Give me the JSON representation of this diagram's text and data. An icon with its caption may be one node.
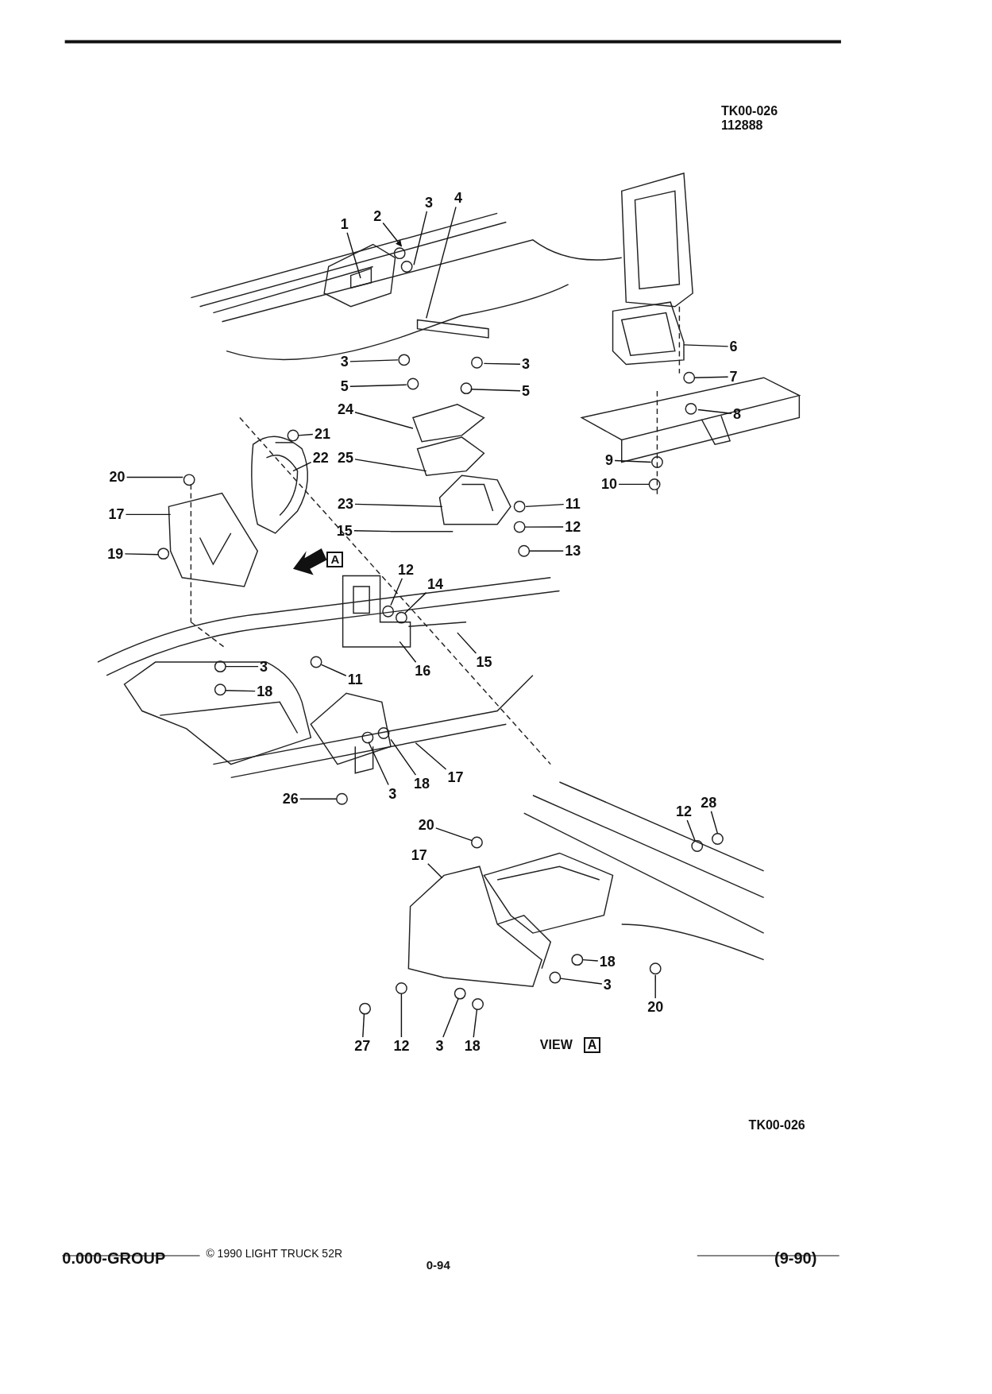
{
  "diagram": {
    "nodes": [
      {
        "text": [
          "1"
        ]
      },
      {
        "text": [
          "2"
        ]
      },
      {
        "text": [
          "3"
        ]
      },
      {
        "text": [
          "4"
        ]
      },
      {
        "text": [
          "6"
        ]
      },
      {
        "text": [
          "3"
        ]
      },
      {
        "text": [
          "3"
        ]
      },
      {
        "text": [
          "7"
        ]
      },
      {
        "text": [
          "5"
        ]
      },
      {
        "text": [
          "5"
        ]
      },
      {
        "text": [
          "8"
        ]
      },
      {
        "text": [
          "24"
        ]
      },
      {
        "text": [
          "21"
        ]
      },
      {
        "text": [
          "22"
        ]
      },
      {
        "text": [
          "25"
        ]
      },
      {
        "text": [
          "9"
        ]
      },
      {
        "text": [
          "20"
        ]
      },
      {
        "text": [
          "10"
        ]
      },
      {
        "text": [
          "17"
        ]
      },
      {
        "text": [
          "23"
        ]
      },
      {
        "text": [
          "11"
        ]
      },
      {
        "text": [
          "15"
        ]
      },
      {
        "text": [
          "12"
        ]
      },
      {
        "text": [
          "19"
        ]
      },
      {
        "text": [
          "13"
        ]
      },
      {
        "text": [
          "12"
        ]
      },
      {
        "text": [
          "14"
        ]
      },
      {
        "text": [
          "15"
        ]
      },
      {
        "text": [
          "3"
        ]
      },
      {
        "text": [
          "16"
        ]
      },
      {
        "text": [
          "11"
        ]
      },
      {
        "text": [
          "18"
        ]
      },
      {
        "text": [
          "17"
        ]
      },
      {
        "text": [
          "18"
        ]
      },
      {
        "text": [
          "3"
        ]
      },
      {
        "text": [
          "26"
        ]
      },
      {
        "text": [
          "28"
        ]
      },
      {
        "text": [
          "12"
        ]
      },
      {
        "text": [
          "20"
        ]
      },
      {
        "text": [
          "17"
        ]
      },
      {
        "text": [
          "18"
        ]
      },
      {
        "text": [
          "3"
        ]
      },
      {
        "text": [
          "20"
        ]
      },
      {
        "text": [
          "27"
        ]
      },
      {
        "text": [
          "12"
        ]
      },
      {
        "text": [
          "3"
        ]
      },
      {
        "text": [
          "18"
        ]
      }
    ],
    "edges": [
      {
        "from": 0,
        "to": null,
        "arrow": "none"
      },
      {
        "from": 1,
        "to": null,
        "arrow": "to"
      },
      {
        "from": 2,
        "to": null,
        "arrow": "none"
      },
      {
        "from": 3,
        "to": null,
        "arrow": "none"
      },
      {
        "from": 4,
        "to": null,
        "arrow": "none"
      },
      {
        "from": 5,
        "to": null,
        "arrow": "none"
      },
      {
        "from": 6,
        "to": null,
        "arrow": "none"
      },
      {
        "from": 7,
        "to": null,
        "arrow": "none"
      },
      {
        "from": 8,
        "to": null,
        "arrow": "none"
      },
      {
        "from": 9,
        "to": null,
        "arrow": "none"
      },
      {
        "from": 10,
        "to": null,
        "arrow": "none"
      },
      {
        "from": 11,
        "to": null,
        "arrow": "none"
      },
      {
        "from": 12,
        "to": null,
        "arrow": "none"
      },
      {
        "from": 13,
        "to": null,
        "arrow": "none"
      },
      {
        "from": 14,
        "to": null,
        "arrow": "none"
      },
      {
        "from": 15,
        "to": null,
        "arrow": "none"
      },
      {
        "from": 16,
        "to": null,
        "arrow": "none"
      },
      {
        "from": 17,
        "to": null,
        "arrow": "none"
      },
      {
        "from": 18,
        "to": null,
        "arrow": "none"
      },
      {
        "from": 19,
        "to": null,
        "arrow": "none"
      },
      {
        "from": 20,
        "to": null,
        "arrow": "none"
      },
      {
        "from": 21,
        "to": null,
        "arrow": "none"
      },
      {
        "from": 22,
        "to": null,
        "arrow": "none"
      },
      {
        "from": 23,
        "to": null,
        "arrow": "none"
      },
      {
        "from": 24,
        "to": null,
        "arrow": "none"
      },
      {
        "from": 25,
        "to": null,
        "arrow": "none"
      },
      {
        "from": 26,
        "to": null,
        "arrow": "none"
      },
      {
        "from": 27,
        "to": null,
        "arrow": "none"
      },
      {
        "from": 28,
        "to": null,
        "arrow": "none"
      },
      {
        "from": 29,
        "to": null,
        "arrow": "none"
      },
      {
        "from": 30,
        "to": null,
        "arrow": "none"
      },
      {
        "from": 31,
        "to": null,
        "arrow": "none"
      },
      {
        "from": 32,
        "to": null,
        "arrow": "none"
      },
      {
        "from": 33,
        "to": null,
        "arrow": "none"
      },
      {
        "from": 34,
        "to": null,
        "arrow": "none"
      },
      {
        "from": 35,
        "to": null,
        "arrow": "none"
      },
      {
        "from": 36,
        "to": null,
        "arrow": "none"
      },
      {
        "from": 37,
        "to": null,
        "arrow": "none"
      },
      {
        "from": 38,
        "to": null,
        "arrow": "none"
      },
      {
        "from": 39,
        "to": null,
        "arrow": "none"
      },
      {
        "from": 40,
        "to": null,
        "arrow": "none"
      },
      {
        "from": 41,
        "to": null,
        "arrow": "none"
      },
      {
        "from": 42,
        "to": null,
        "arrow": "none"
      },
      {
        "from": 43,
        "to": null,
        "arrow": "none"
      },
      {
        "from": 44,
        "to": null,
        "arrow": "none"
      },
      {
        "from": 45,
        "to": null,
        "arrow": "none"
      },
      {
        "from": 46,
        "to": null,
        "arrow": "none"
      }
    ],
    "labels": [
      "TK00-026",
      "112888",
      "A",
      "VIEW",
      "A",
      "TK00-026",
      "© 1990 LIGHT TRUCK 52R",
      "0.000-GROUP",
      "0-94",
      "(9-90)"
    ]
  }
}
